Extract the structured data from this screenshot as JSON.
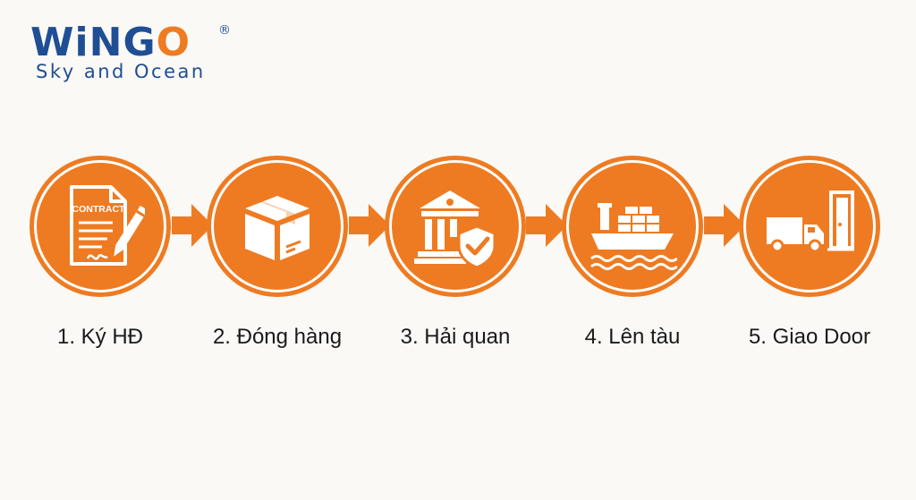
{
  "logo": {
    "word_part1": "WiNG",
    "word_part2": "O",
    "registered": "®",
    "tagline": "Sky and Ocean"
  },
  "colors": {
    "brand_blue": "#1f4e94",
    "accent_orange": "#ee7b22",
    "background": "#faf9f5"
  },
  "steps": [
    {
      "label": "1. Ký HĐ",
      "icon": "contract-icon",
      "icon_text": "CONTRACT"
    },
    {
      "label": "2. Đóng hàng",
      "icon": "package-box-icon"
    },
    {
      "label": "3. Hải quan",
      "icon": "customs-building-shield-icon"
    },
    {
      "label": "4. Lên tàu",
      "icon": "cargo-ship-icon"
    },
    {
      "label": "5. Giao Door",
      "icon": "delivery-truck-door-icon"
    }
  ]
}
